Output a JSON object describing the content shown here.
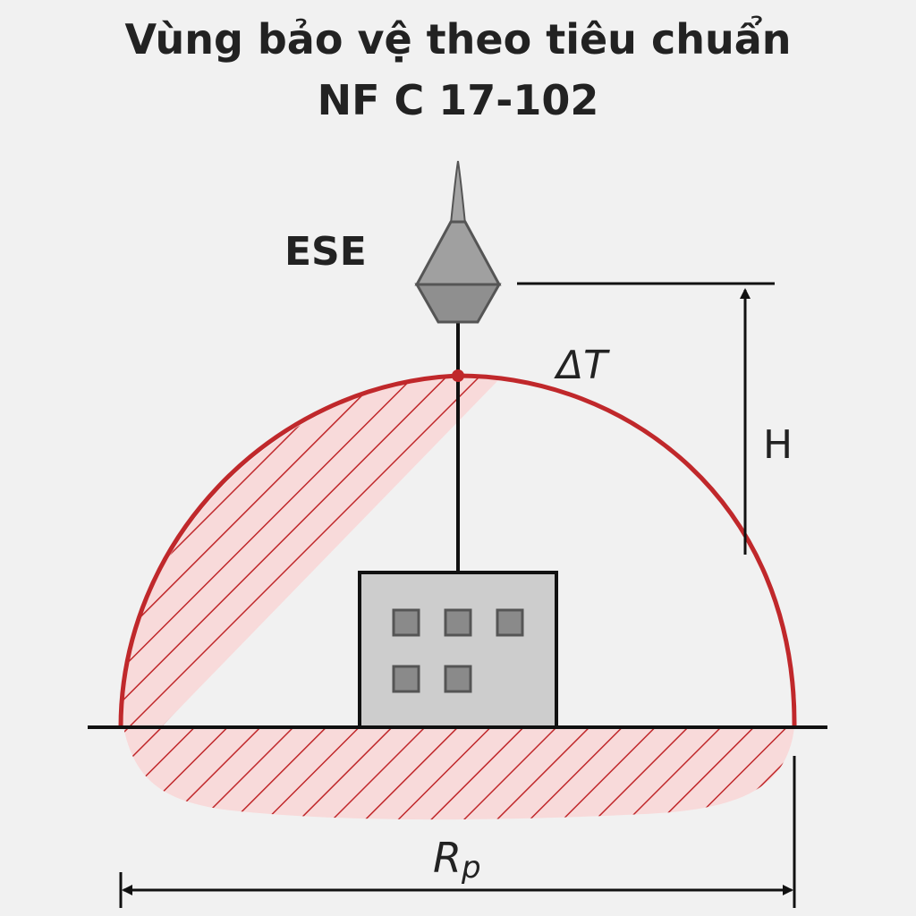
{
  "title": {
    "line1": "Vùng bảo vệ theo tiêu chuẩn",
    "line2": "NF C 17-102"
  },
  "labels": {
    "ese": "ESE",
    "delta_t_symbol": "Δ",
    "delta_t_letter": "T",
    "height": "H",
    "radius_main": "R",
    "radius_sub": "p"
  },
  "colors": {
    "zone": "#c0282b",
    "zone_fill": "#f6d5d5",
    "line": "#111111",
    "building": "#cdcdcd",
    "window": "#8a8a8a",
    "terminal": "#9a9a9a",
    "background": "#f1f1f1"
  },
  "icons": [
    "ese-lightning-rod-icon",
    "building-icon"
  ]
}
